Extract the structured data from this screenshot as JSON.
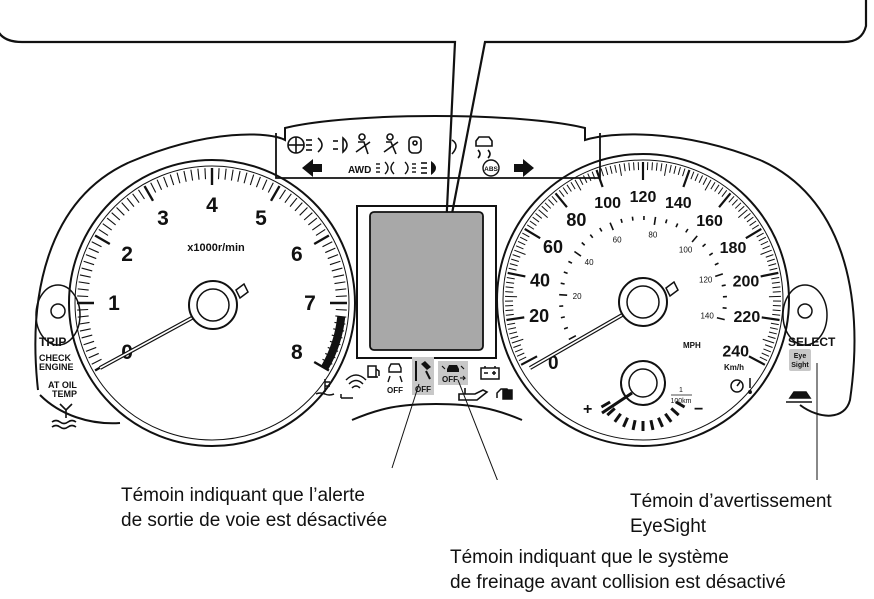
{
  "tachometer": {
    "numbers": [
      "0",
      "1",
      "2",
      "3",
      "4",
      "5",
      "6",
      "7",
      "8"
    ],
    "unit_label": "x1000r/min"
  },
  "speedometer": {
    "kmh_numbers": [
      "20",
      "40",
      "60",
      "80",
      "100",
      "120",
      "140",
      "160",
      "180",
      "200",
      "220",
      "240"
    ],
    "mph_numbers": [
      "20",
      "40",
      "60",
      "80",
      "100",
      "120",
      "140"
    ],
    "mph_label": "MPH",
    "kmh_label": "Km/h",
    "zero": "0"
  },
  "left_buttons": {
    "trip": "TRIP",
    "check_engine": [
      "CHECK",
      "ENGINE"
    ],
    "at_oil_temp": [
      "AT OIL",
      "TEMP"
    ]
  },
  "right_buttons": {
    "select": "SELECT",
    "eyesight_badge": [
      "Eye",
      "Sight"
    ]
  },
  "top_indicators": {
    "awd": "AWD",
    "abs": "ABS"
  },
  "warning_row": {
    "off_label": "OFF"
  },
  "economy_gauge": {
    "numerator": "1",
    "denominator": "100km",
    "plus": "+",
    "minus": "−"
  },
  "callouts": {
    "lane_departure": [
      "Témoin indiquant que l’alerte",
      "de sortie de voie est désactivée"
    ],
    "eyesight_warning": [
      "Témoin d’avertissement",
      "EyeSight"
    ],
    "pre_collision": [
      "Témoin indiquant que le système",
      "de freinage avant collision est désactivé"
    ]
  },
  "colors": {
    "line": "#111111",
    "display_fill": "#a8a8a8",
    "badge_fill": "#c8c8c8"
  }
}
